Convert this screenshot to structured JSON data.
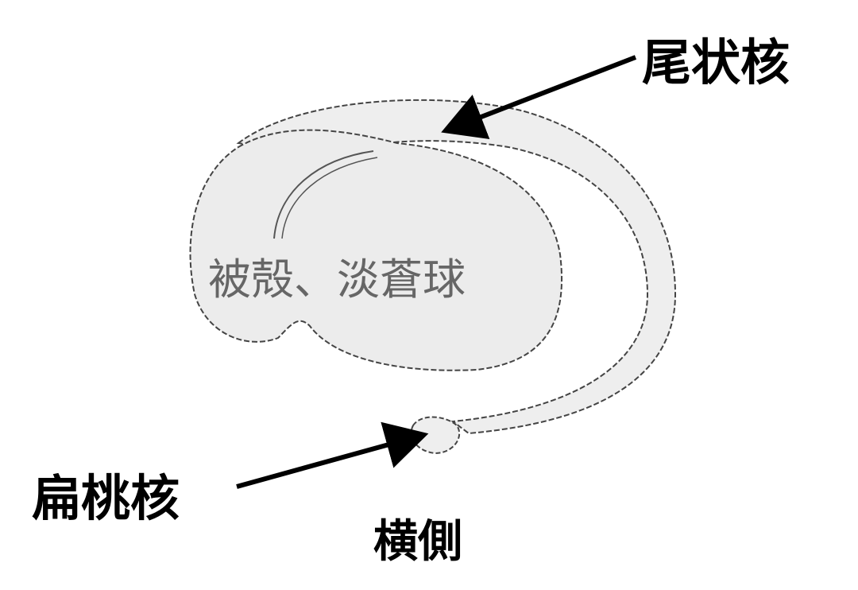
{
  "labels": {
    "caudate": "尾状核",
    "putamen_pallidus": "被殻、淡蒼球",
    "amygdala": "扁桃核",
    "view": "横側"
  },
  "colors": {
    "structure_fill": "#ececec",
    "outline": "#444444",
    "arrow": "#000000"
  }
}
